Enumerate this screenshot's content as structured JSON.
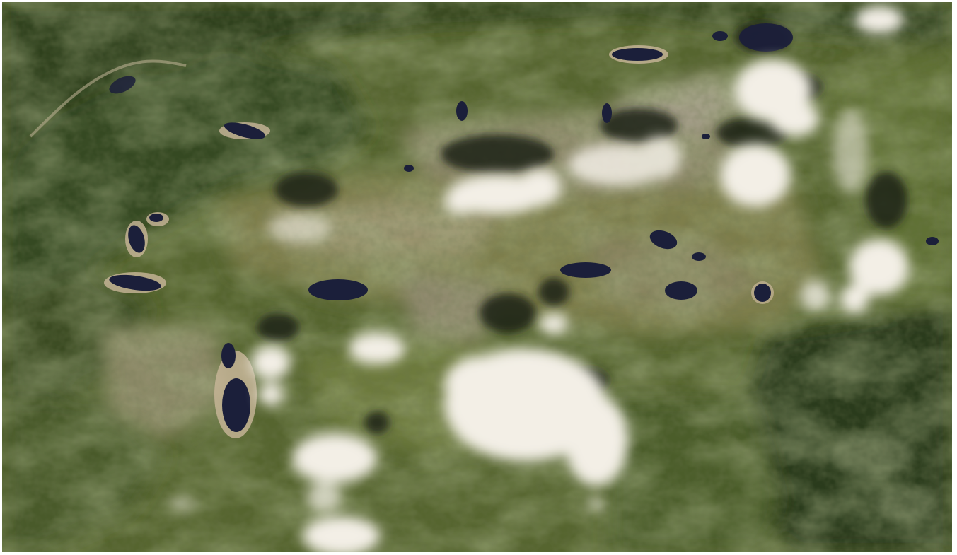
{
  "image": {
    "kind": "aerial-satellite-view",
    "subject": "alpine-lake-plateau",
    "colors": {
      "forest_dark": "#2f3f1f",
      "forest": "#3f5227",
      "meadow": "#6f7a43",
      "meadow_light": "#8b8a58",
      "rock": "#a49a80",
      "rock_light": "#c8bfa8",
      "lake": "#1b1f3a",
      "lake_shore": "#c9b69a",
      "cloud": "#f3efe6",
      "cloud_shadow": "#1e2216"
    },
    "visible_lake_count": 20,
    "visible_cloud_clusters": 7
  }
}
